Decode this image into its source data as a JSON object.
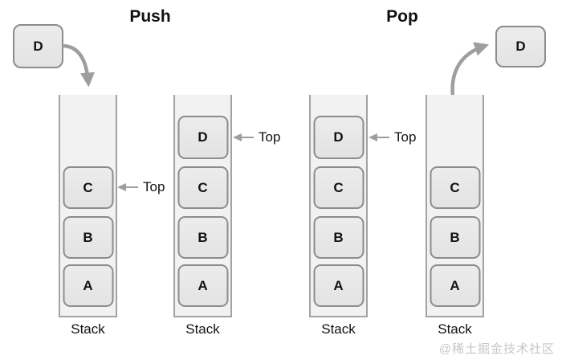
{
  "sections": [
    {
      "title": "Push"
    },
    {
      "title": "Pop"
    }
  ],
  "push_incoming_node": "D",
  "pop_outgoing_node": "D",
  "top_label": "Top",
  "stacks": [
    {
      "label": "Stack",
      "items": [
        "C",
        "B",
        "A"
      ],
      "top_item": "C"
    },
    {
      "label": "Stack",
      "items": [
        "D",
        "C",
        "B",
        "A"
      ],
      "top_item": "D"
    },
    {
      "label": "Stack",
      "items": [
        "D",
        "C",
        "B",
        "A"
      ],
      "top_item": "D"
    },
    {
      "label": "Stack",
      "items": [
        "C",
        "B",
        "A"
      ],
      "top_item": null
    }
  ],
  "watermark": "@稀土掘金技术社区",
  "colors": {
    "node_fill": "#e8e8e8",
    "node_border": "#8c8c8c",
    "stack_fill": "#f2f2f2",
    "stack_border": "#a3a3a3",
    "arrow": "#9e9e9e",
    "text": "#111111",
    "watermark": "#c6c6c6"
  }
}
